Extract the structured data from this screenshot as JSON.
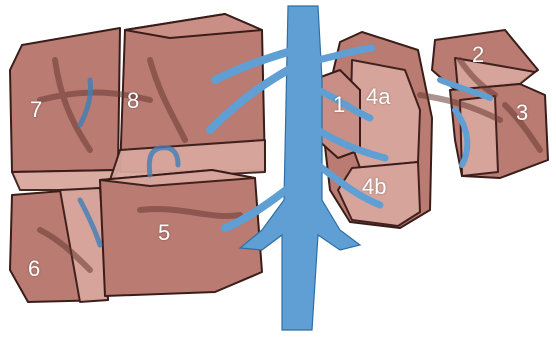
{
  "segments": {
    "s1": "1",
    "s2": "2",
    "s3": "3",
    "s4a": "4a",
    "s4b": "4b",
    "s5": "5",
    "s6": "6",
    "s7": "7",
    "s8": "8"
  },
  "colors": {
    "liver": "#b97b72",
    "liver_face": "#d8a79d",
    "outline": "#3a1d19",
    "vein": "#5f9fd4",
    "background": "#ffffff"
  }
}
